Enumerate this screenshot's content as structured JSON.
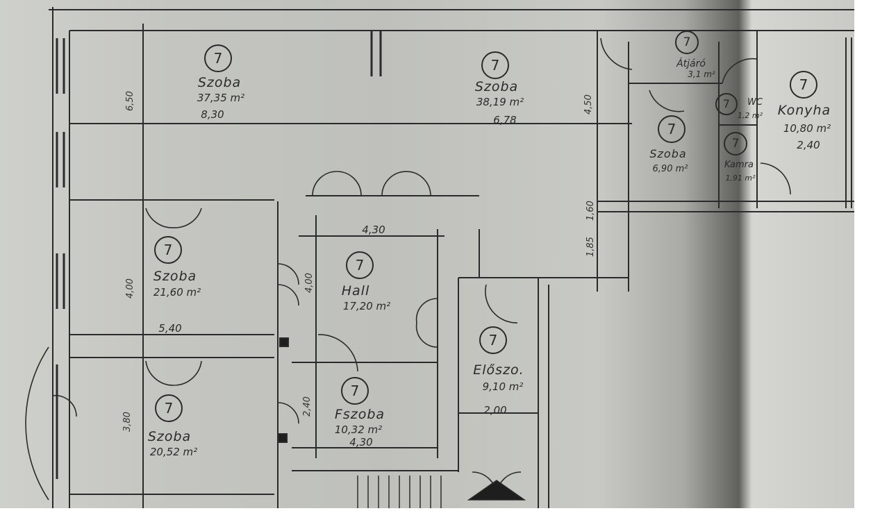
{
  "rooms": [
    {
      "id": "szoba-1",
      "num": "7",
      "name": "Szoba",
      "area": "37,35 m²",
      "width": "8,30"
    },
    {
      "id": "szoba-2",
      "num": "7",
      "name": "Szoba",
      "area": "38,19 m²",
      "width": "6,78"
    },
    {
      "id": "atjaro",
      "num": "7",
      "name": "Átjáró",
      "area": "3,1 m²"
    },
    {
      "id": "wc",
      "num": "7",
      "name": "WC",
      "area": "1,2 m²"
    },
    {
      "id": "konyha",
      "num": "7",
      "name": "Konyha",
      "area": "10,80 m²",
      "width": "2,40"
    },
    {
      "id": "szoba-3",
      "num": "7",
      "name": "Szoba",
      "area": "6,90 m²"
    },
    {
      "id": "kamra",
      "num": "7",
      "name": "Kamra",
      "area": "1,91 m²"
    },
    {
      "id": "szoba-4",
      "num": "7",
      "name": "Szoba",
      "area": "21,60 m²",
      "width": "5,40"
    },
    {
      "id": "hall",
      "num": "7",
      "name": "Hall",
      "area": "17,20 m²",
      "width": "4,30"
    },
    {
      "id": "eloszoba",
      "num": "7",
      "name": "Előszo.",
      "area": "9,10 m²",
      "width": "2,00"
    },
    {
      "id": "fszoba",
      "num": "7",
      "name": "Fszoba",
      "area": "10,32 m²",
      "width": "4,30"
    },
    {
      "id": "szoba-5",
      "num": "7",
      "name": "Szoba",
      "area": "20,52 m²"
    }
  ],
  "dimensions": {
    "d650": "6,50",
    "d450": "4,50",
    "d400a": "4,00",
    "d400b": "4,00",
    "d380": "3,80",
    "d240": "2,40",
    "d160": "1,60",
    "d185": "1,85"
  },
  "colors": {
    "paper": "#c4c5c0",
    "ink": "#2a2a2a",
    "fold": "#5f605c"
  }
}
